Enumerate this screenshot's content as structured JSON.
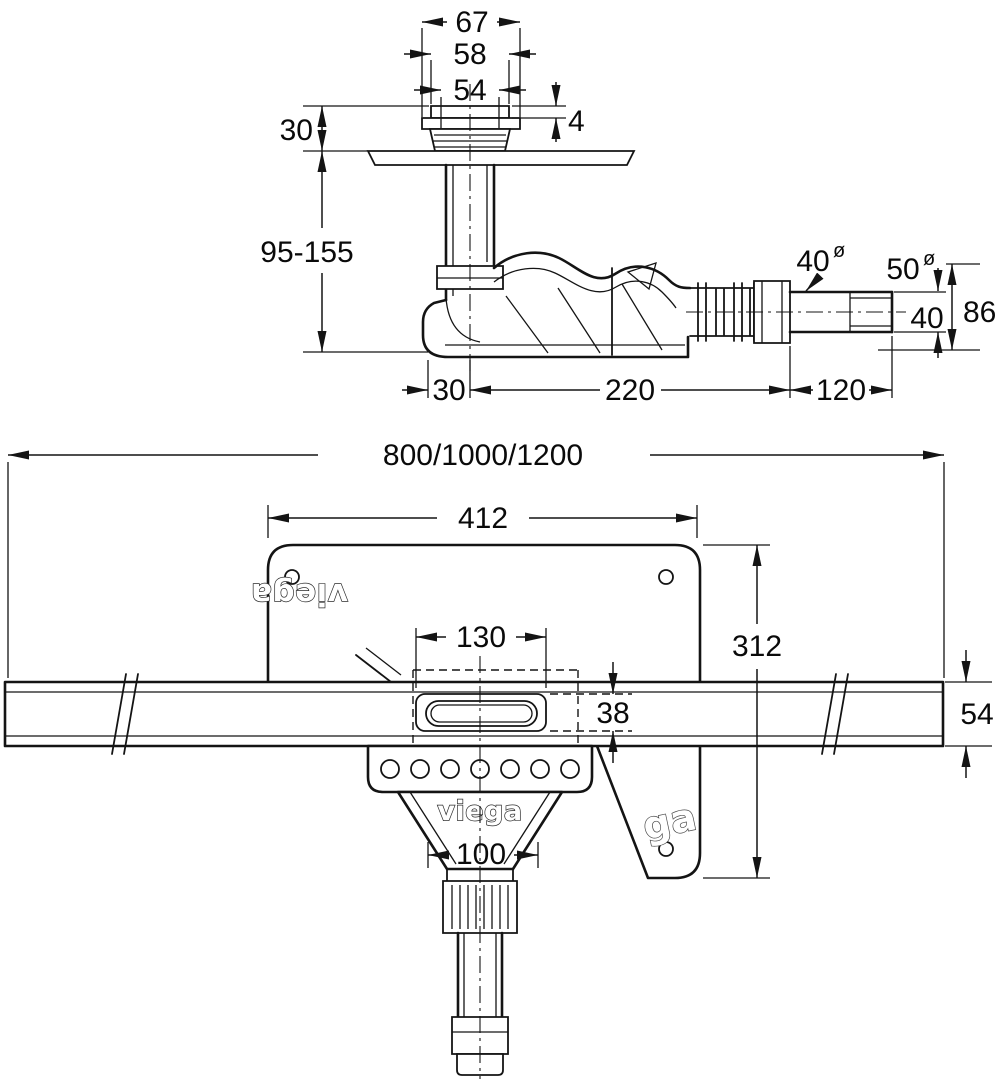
{
  "brand": {
    "logo": "viega",
    "logo_partial": "ga"
  },
  "side": {
    "d67": "67",
    "d58": "58",
    "d54": "54",
    "d4": "4",
    "d30_height": "30",
    "d95_155": "95-155",
    "d40_dia": "40",
    "d50_dia": "50",
    "dia_mark": "ø",
    "d86": "86",
    "d40_pipe": "40",
    "d30_offset": "30",
    "d220": "220",
    "d120": "120"
  },
  "plan": {
    "d_lengths": "800/1000/1200",
    "d412": "412",
    "d130": "130",
    "d38": "38",
    "d54": "54",
    "d312": "312",
    "d100": "100"
  }
}
